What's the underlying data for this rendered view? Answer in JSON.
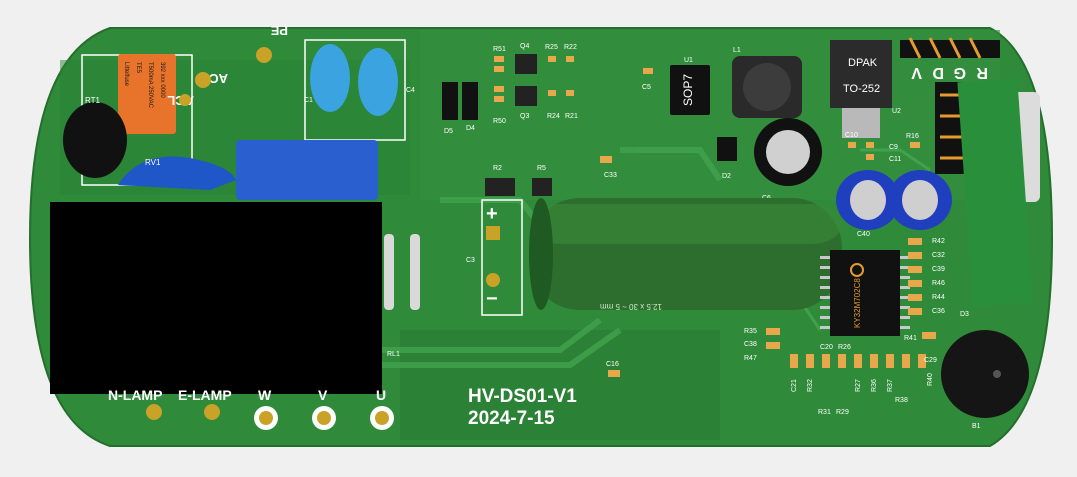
{
  "board": {
    "name": "HV-DS01-V1",
    "date": "2024-7-15",
    "colors": {
      "pcb": "#2f8a3a",
      "pcb_dark": "#1f6a2a",
      "silk": "#ffffff",
      "background": "#f0f0f0"
    }
  },
  "labels": {
    "pe": "PE",
    "acn": "ACN",
    "acl": "ACL",
    "rt1": "RT1",
    "rv1": "RV1",
    "c1": "C1",
    "c4": "C4",
    "d5": "D5",
    "d4": "D4",
    "r51": "R51",
    "r50": "R50",
    "q4": "Q4",
    "q3": "Q3",
    "r25": "R25",
    "r22": "R22",
    "r24": "R24",
    "r21": "R21",
    "u1": "U1",
    "c5": "C5",
    "l1": "L1",
    "u2": "U2",
    "d2": "D2",
    "c6": "C6",
    "c10": "C10",
    "c9": "C9",
    "c11": "C11",
    "r16": "R16",
    "r2": "R2",
    "r5": "R5",
    "c33": "C33",
    "c3": "C3",
    "c40": "C40",
    "c16": "C16",
    "rl1": "RL1",
    "r42": "R42",
    "c32": "C32",
    "c39": "C39",
    "r46": "R46",
    "r44": "R44",
    "c36": "C36",
    "r35": "R35",
    "c38": "C38",
    "r47": "R47",
    "c20": "C20",
    "r26": "R26",
    "c21": "C21",
    "r32": "R32",
    "r27": "R27",
    "r36": "R36",
    "r37": "R37",
    "r38": "R38",
    "r31": "R31",
    "r29": "R29",
    "r41": "R41",
    "c29": "C29",
    "r40": "R40",
    "d3": "D3",
    "b1": "B1",
    "plus": "+",
    "minus": "−"
  },
  "connector_labels": [
    "R",
    "G",
    "D",
    "V"
  ],
  "terminals": [
    "N-LAMP",
    "E-LAMP",
    "W",
    "V",
    "U"
  ],
  "components": {
    "fuse_brand": "Littelfuse",
    "fuse_line2": "TE5",
    "fuse_line3": "T500mA 250VAC",
    "fuse_line4": "392 xxx 0000",
    "sop7": "SOP7",
    "dpak": "DPAK",
    "to252": "TO-252",
    "mcu": "KY32M702C8",
    "cap_marking": "12.5 x 30 ~ 5 mm"
  }
}
